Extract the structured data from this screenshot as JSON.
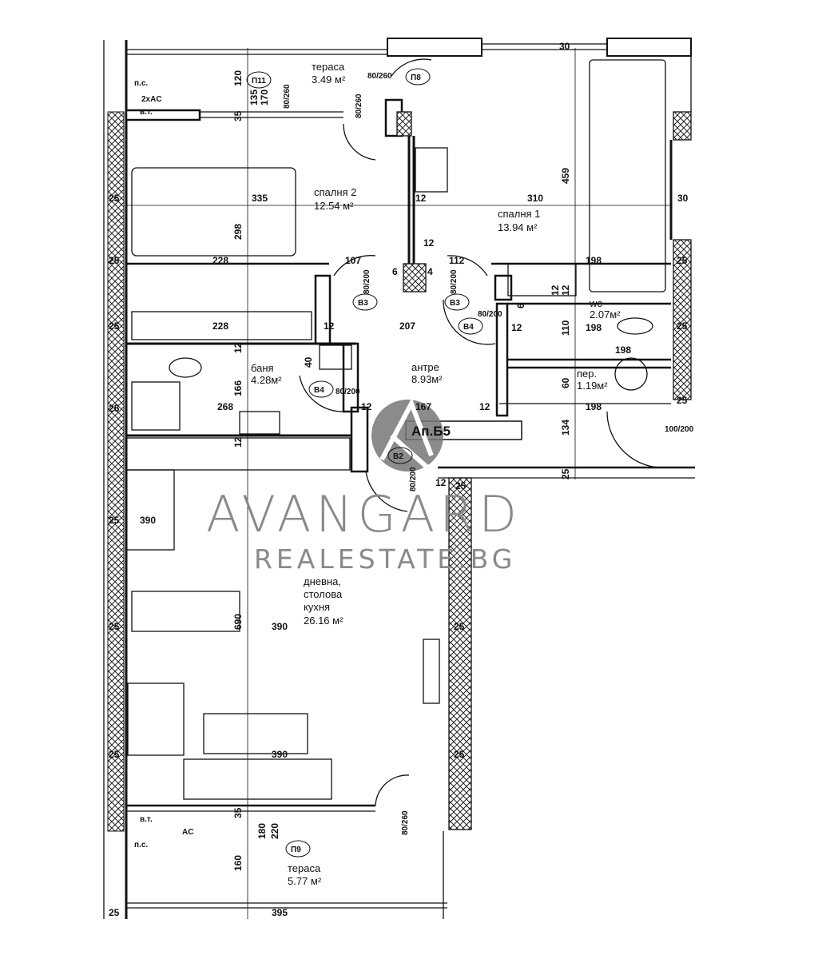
{
  "plan": {
    "apartment_label": "Ап.Б5",
    "rooms": {
      "terrace_top_name": "тераса",
      "terrace_top_area": "3.49 м²",
      "bedroom2_name": "спалня 2",
      "bedroom2_area": "12.54 м²",
      "bedroom1_name": "спалня 1",
      "bedroom1_area": "13.94 м²",
      "wc_name": "wc",
      "wc_area": "2.07м²",
      "laundry_name": "пер.",
      "laundry_area": "1.19м²",
      "bath_name": "баня",
      "bath_area": "4.28м²",
      "hall_name": "антре",
      "hall_area": "8.93м²",
      "living_name_1": "дневна,",
      "living_name_2": "столова",
      "living_name_3": "кухня",
      "living_area": "26.16 м²",
      "terrace_bottom_name": "тераса",
      "terrace_bottom_area": "5.77 м²"
    },
    "equipment": {
      "top_ps": "п.с.",
      "top_ac": "2xAC",
      "top_vt": "в.т.",
      "bottom_vt": "в.т.",
      "bottom_ps": "п.с.",
      "bottom_ac": "AC"
    },
    "door_tags": [
      "П11",
      "П8",
      "В3",
      "В3",
      "В4",
      "В4",
      "В2",
      "П9"
    ],
    "door_sizes": [
      "80/260",
      "80/200",
      "80/200",
      "80/200",
      "80/200",
      "80/200",
      "100/200",
      "80/260",
      "80/260",
      "80/260"
    ],
    "dimensions": [
      "120",
      "135",
      "170",
      "35",
      "335",
      "298",
      "25",
      "25",
      "25",
      "228",
      "107",
      "12",
      "112",
      "12",
      "310",
      "459",
      "30",
      "30",
      "198",
      "25",
      "198",
      "12",
      "6",
      "4",
      "6",
      "12",
      "207",
      "12",
      "12",
      "110",
      "198",
      "25",
      "228",
      "40",
      "12",
      "166",
      "60",
      "25",
      "268",
      "12",
      "167",
      "12",
      "198",
      "25",
      "134",
      "25",
      "12",
      "12",
      "25",
      "390",
      "25",
      "25",
      "390",
      "690",
      "25",
      "25",
      "390",
      "25",
      "35",
      "180",
      "220",
      "160",
      "25",
      "395"
    ]
  },
  "watermark": {
    "line1": "AVANGARD",
    "line2": "REALESTATE.BG",
    "color": "#8a8a8a"
  }
}
